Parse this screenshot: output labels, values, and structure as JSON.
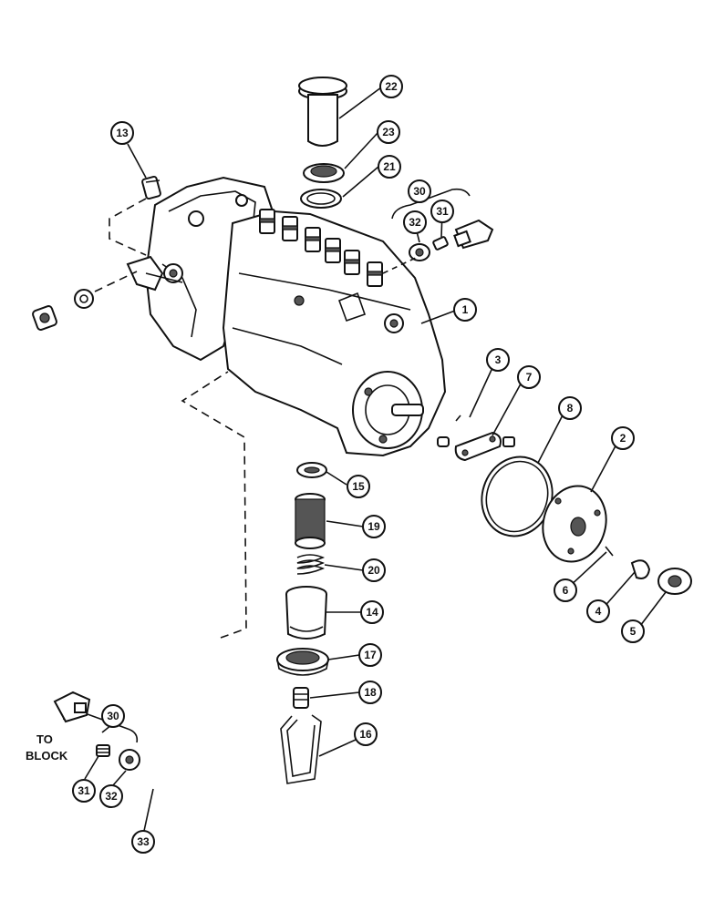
{
  "callouts": [
    {
      "id": "c22",
      "label": "22"
    },
    {
      "id": "c23",
      "label": "23"
    },
    {
      "id": "c21",
      "label": "21"
    },
    {
      "id": "c13",
      "label": "13"
    },
    {
      "id": "c30a",
      "label": "30"
    },
    {
      "id": "c32a",
      "label": "32"
    },
    {
      "id": "c31a",
      "label": "31"
    },
    {
      "id": "c1",
      "label": "1"
    },
    {
      "id": "c3",
      "label": "3"
    },
    {
      "id": "c7",
      "label": "7"
    },
    {
      "id": "c8",
      "label": "8"
    },
    {
      "id": "c2",
      "label": "2"
    },
    {
      "id": "c15",
      "label": "15"
    },
    {
      "id": "c19",
      "label": "19"
    },
    {
      "id": "c20",
      "label": "20"
    },
    {
      "id": "c14",
      "label": "14"
    },
    {
      "id": "c17",
      "label": "17"
    },
    {
      "id": "c18",
      "label": "18"
    },
    {
      "id": "c16",
      "label": "16"
    },
    {
      "id": "c6",
      "label": "6"
    },
    {
      "id": "c4",
      "label": "4"
    },
    {
      "id": "c5",
      "label": "5"
    },
    {
      "id": "c30b",
      "label": "30"
    },
    {
      "id": "c31b",
      "label": "31"
    },
    {
      "id": "c32b",
      "label": "32"
    },
    {
      "id": "c33",
      "label": "33"
    }
  ],
  "labels": {
    "to_block_line1": "TO",
    "to_block_line2": "BLOCK"
  }
}
